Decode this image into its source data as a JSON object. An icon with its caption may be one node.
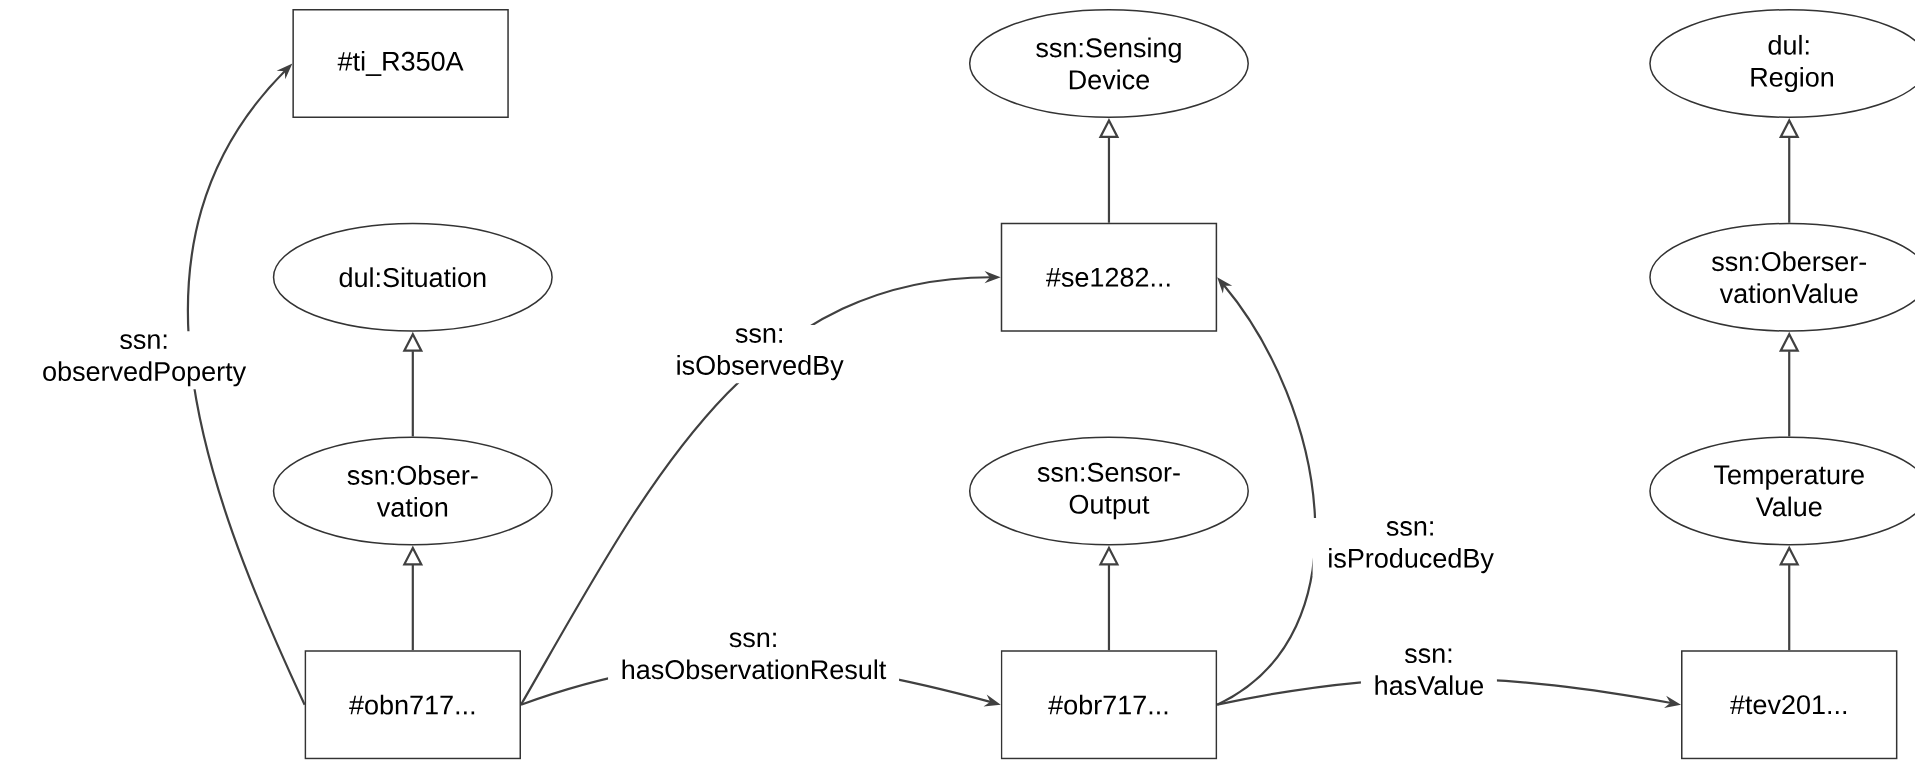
{
  "diagram": {
    "nodes": [
      {
        "text": [
          "#ti_R350A"
        ]
      },
      {
        "text": [
          "ssn:Sensing Device"
        ]
      },
      {
        "text": [
          "dul: Region"
        ]
      },
      {
        "text": [
          "dul:Situation"
        ]
      },
      {
        "text": [
          "#se1282..."
        ]
      },
      {
        "text": [
          "ssn:Oberser- vationValue"
        ]
      },
      {
        "text": [
          "ssn:Obser- vation"
        ]
      },
      {
        "text": [
          "ssn:Sensor- Output"
        ]
      },
      {
        "text": [
          "Temperature Value"
        ]
      },
      {
        "text": [
          "#obn717..."
        ]
      },
      {
        "text": [
          "#obr717..."
        ]
      },
      {
        "text": [
          "#tev201..."
        ]
      }
    ],
    "edges": [
      {
        "from": 9,
        "to": 0,
        "arrow": "to",
        "label": "ssn: observedPoperty"
      },
      {
        "from": 9,
        "to": 4,
        "arrow": "to",
        "label": "ssn: isObservedBy"
      },
      {
        "from": 9,
        "to": 10,
        "arrow": "to",
        "label": "ssn: hasObservationResult"
      },
      {
        "from": 10,
        "to": 4,
        "arrow": "to",
        "label": "ssn: isProducedBy"
      },
      {
        "from": 10,
        "to": 11,
        "arrow": "to",
        "label": "ssn: hasValue"
      },
      {
        "from": 9,
        "to": 6,
        "arrow": "to"
      },
      {
        "from": 6,
        "to": 3,
        "arrow": "to"
      },
      {
        "from": 10,
        "to": 7,
        "arrow": "to"
      },
      {
        "from": 4,
        "to": 1,
        "arrow": "to"
      },
      {
        "from": 11,
        "to": 8,
        "arrow": "to"
      },
      {
        "from": 8,
        "to": 5,
        "arrow": "to"
      },
      {
        "from": 5,
        "to": 2,
        "arrow": "to"
      }
    ]
  }
}
